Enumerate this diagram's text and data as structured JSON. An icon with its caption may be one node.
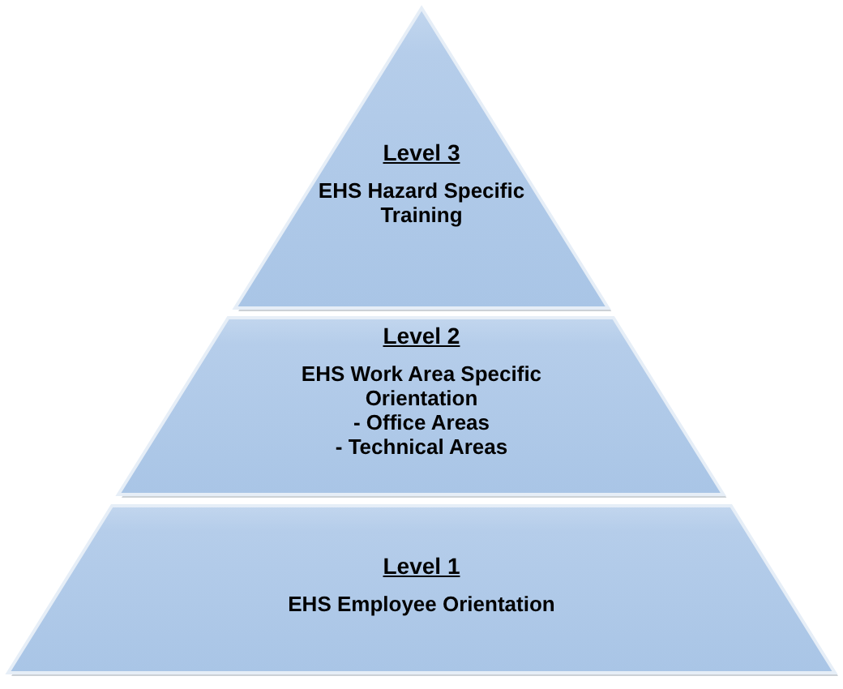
{
  "diagram": {
    "nodes": [
      {
        "text": [
          "Level 3",
          "EHS Hazard Specific Training"
        ]
      },
      {
        "text": [
          "Level 2",
          "EHS Work Area Specific Orientation",
          "- Office Areas",
          "- Technical Areas"
        ]
      },
      {
        "text": [
          "Level 1",
          "EHS Employee Orientation"
        ]
      }
    ]
  }
}
